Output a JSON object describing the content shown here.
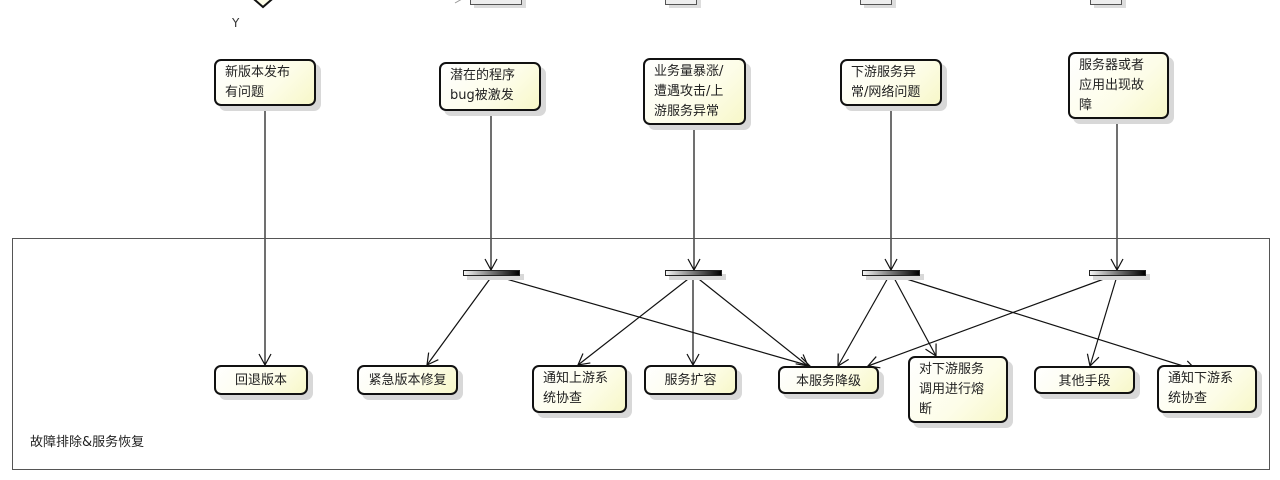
{
  "top_label": "Y",
  "container": {
    "label": "故障排除&服务恢复"
  },
  "causes": [
    {
      "label": "新版本发布\n有问题"
    },
    {
      "label": "潜在的程序\nbug被激发"
    },
    {
      "label": "业务量暴涨/\n遭遇攻击/上\n游服务异常"
    },
    {
      "label": "下游服务异\n常/网络问题"
    },
    {
      "label": "服务器或者\n应用出现故\n障"
    }
  ],
  "actions": [
    {
      "label": "回退版本"
    },
    {
      "label": "紧急版本修复"
    },
    {
      "label": "通知上游系\n统协查"
    },
    {
      "label": "服务扩容"
    },
    {
      "label": "本服务降级"
    },
    {
      "label": "对下游服务\n调用进行熔\n断"
    },
    {
      "label": "其他手段"
    },
    {
      "label": "通知下游系\n统协查"
    }
  ]
}
